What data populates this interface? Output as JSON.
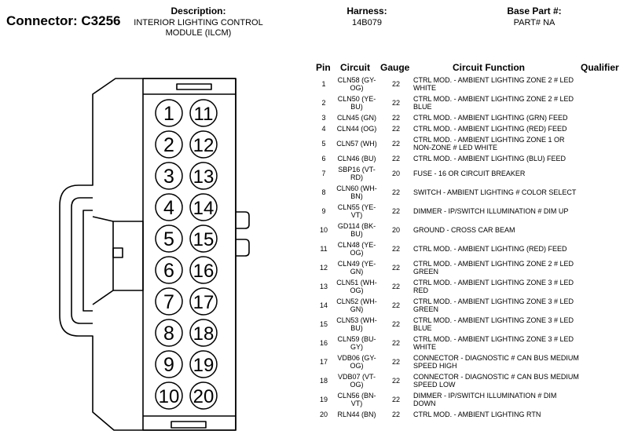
{
  "header": {
    "connector_label": "Connector: C3256",
    "description_label": "Description:",
    "description_value": "INTERIOR LIGHTING CONTROL MODULE (ILCM)",
    "harness_label": "Harness:",
    "harness_value": "14B079",
    "base_part_label": "Base Part #:",
    "base_part_value": "PART# NA"
  },
  "table": {
    "columns": {
      "pin": "Pin",
      "circuit": "Circuit",
      "gauge": "Gauge",
      "function": "Circuit Function",
      "qualifier": "Qualifier"
    },
    "rows": [
      {
        "pin": "1",
        "circuit": "CLN58 (GY-OG)",
        "gauge": "22",
        "function": "CTRL MOD. - AMBIENT LIGHTING ZONE 2 # LED WHITE"
      },
      {
        "pin": "2",
        "circuit": "CLN50 (YE-BU)",
        "gauge": "22",
        "function": "CTRL MOD. - AMBIENT LIGHTING ZONE 2 # LED BLUE"
      },
      {
        "pin": "3",
        "circuit": "CLN45 (GN)",
        "gauge": "22",
        "function": "CTRL MOD. - AMBIENT LIGHTING (GRN) FEED"
      },
      {
        "pin": "4",
        "circuit": "CLN44 (OG)",
        "gauge": "22",
        "function": "CTRL MOD. - AMBIENT LIGHTING (RED) FEED"
      },
      {
        "pin": "5",
        "circuit": "CLN57 (WH)",
        "gauge": "22",
        "function": "CTRL MOD. - AMBIENT LIGHTING ZONE 1 OR NON-ZONE # LED WHITE"
      },
      {
        "pin": "6",
        "circuit": "CLN46 (BU)",
        "gauge": "22",
        "function": "CTRL MOD. - AMBIENT LIGHTING (BLU) FEED"
      },
      {
        "pin": "7",
        "circuit": "SBP16 (VT-RD)",
        "gauge": "20",
        "function": "FUSE - 16 OR CIRCUIT BREAKER"
      },
      {
        "pin": "8",
        "circuit": "CLN60 (WH-BN)",
        "gauge": "22",
        "function": "SWITCH - AMBIENT LIGHTING # COLOR SELECT"
      },
      {
        "pin": "9",
        "circuit": "CLN55 (YE-VT)",
        "gauge": "22",
        "function": "DIMMER - IP/SWITCH ILLUMINATION # DIM UP"
      },
      {
        "pin": "10",
        "circuit": "GD114 (BK-BU)",
        "gauge": "20",
        "function": "GROUND - CROSS CAR BEAM"
      },
      {
        "pin": "11",
        "circuit": "CLN48 (YE-OG)",
        "gauge": "22",
        "function": "CTRL MOD. - AMBIENT LIGHTING (RED) FEED"
      },
      {
        "pin": "12",
        "circuit": "CLN49 (YE-GN)",
        "gauge": "22",
        "function": "CTRL MOD. - AMBIENT LIGHTING ZONE 2 # LED GREEN"
      },
      {
        "pin": "13",
        "circuit": "CLN51 (WH-OG)",
        "gauge": "22",
        "function": "CTRL MOD. - AMBIENT LIGHTING ZONE 3 # LED RED"
      },
      {
        "pin": "14",
        "circuit": "CLN52 (WH-GN)",
        "gauge": "22",
        "function": "CTRL MOD. - AMBIENT LIGHTING ZONE 3 # LED GREEN"
      },
      {
        "pin": "15",
        "circuit": "CLN53 (WH-BU)",
        "gauge": "22",
        "function": "CTRL MOD. - AMBIENT LIGHTING ZONE 3 # LED BLUE"
      },
      {
        "pin": "16",
        "circuit": "CLN59 (BU-GY)",
        "gauge": "22",
        "function": "CTRL MOD. - AMBIENT LIGHTING ZONE 3 # LED WHITE"
      },
      {
        "pin": "17",
        "circuit": "VDB06 (GY-OG)",
        "gauge": "22",
        "function": "CONNECTOR - DIAGNOSTIC # CAN BUS MEDIUM SPEED HIGH"
      },
      {
        "pin": "18",
        "circuit": "VDB07 (VT-OG)",
        "gauge": "22",
        "function": "CONNECTOR - DIAGNOSTIC # CAN BUS MEDIUM SPEED LOW"
      },
      {
        "pin": "19",
        "circuit": "CLN56 (BN-VT)",
        "gauge": "22",
        "function": "DIMMER - IP/SWITCH ILLUMINATION # DIM DOWN"
      },
      {
        "pin": "20",
        "circuit": "RLN44 (BN)",
        "gauge": "22",
        "function": "CTRL MOD. - AMBIENT LIGHTING RTN"
      }
    ]
  },
  "connector_pins": {
    "left_column": [
      "1",
      "2",
      "3",
      "4",
      "5",
      "6",
      "7",
      "8",
      "9",
      "10"
    ],
    "right_column": [
      "11",
      "12",
      "13",
      "14",
      "15",
      "16",
      "17",
      "18",
      "19",
      "20"
    ]
  }
}
